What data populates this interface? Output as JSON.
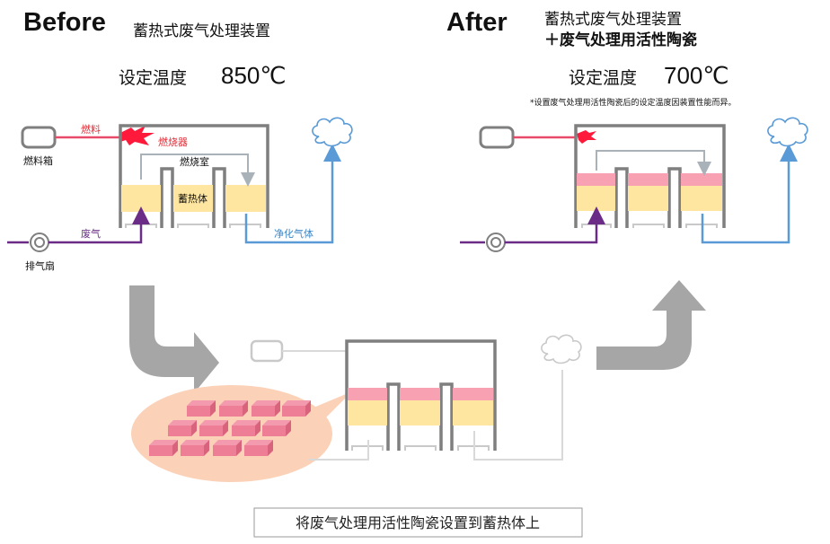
{
  "before": {
    "heading": "Before",
    "device": "蓄热式废气处理装置",
    "temp_label": "设定温度",
    "temp_value": "850℃",
    "labels": {
      "fuel": "燃料",
      "burner": "燃烧器",
      "fuel_tank": "燃料箱",
      "chamber": "燃烧室",
      "regenerator": "蓄热体",
      "exhaust": "废气",
      "clean_gas": "净化气体",
      "fan": "排气扇"
    }
  },
  "after": {
    "heading": "After",
    "device_line1": "蓄热式废气处理装置",
    "device_line2": "＋废气处理用活性陶瓷",
    "temp_label": "设定温度",
    "temp_value": "700℃",
    "note": "*设置废气处理用活性陶瓷后的设定温度因装置性能而异。"
  },
  "caption": "将废气处理用活性陶瓷设置到蓄热体上",
  "colors": {
    "frame": "#7f7f7f",
    "heat_layer": "#ffe6a0",
    "ceramic_layer": "#f7a1b3",
    "fuel_line": "#e84a6a",
    "exhaust_line": "#6a2c86",
    "clean_line": "#5a9ad6",
    "inner_flow": "#b0b8c0",
    "arrow_gray": "#a6a6a6",
    "oval": "#fbd2b8",
    "tile": "#ee7e95"
  }
}
